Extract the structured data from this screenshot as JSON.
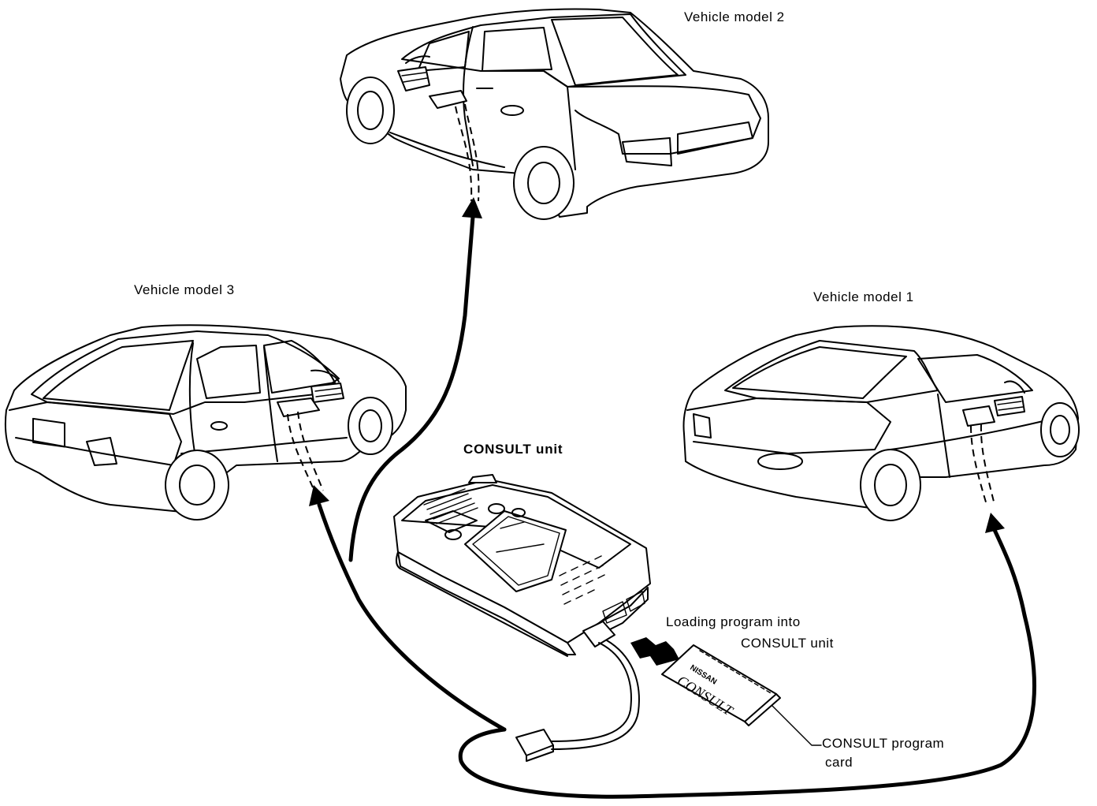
{
  "labels": {
    "vehicle_model_1": "Vehicle model 1",
    "vehicle_model_2": "Vehicle model 2",
    "vehicle_model_3": "Vehicle model 3",
    "consult_unit": "CONSULT unit",
    "loading_line1": "Loading program into",
    "loading_line2": "CONSULT unit",
    "program_card_line1": "CONSULT program",
    "program_card_line2": "card"
  },
  "card": {
    "brand": "NISSAN",
    "product": "CONSULT"
  },
  "colors": {
    "line": "#000000",
    "background": "#ffffff"
  }
}
